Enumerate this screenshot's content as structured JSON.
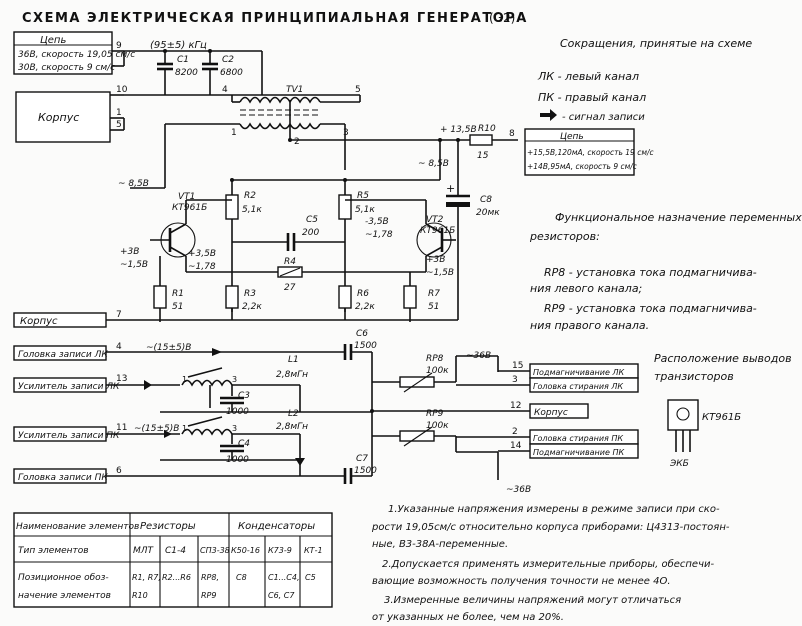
{
  "title": "СХЕМА ЭЛЕКТРИЧЕСКАЯ ПРИНЦИПИАЛЬНАЯ ГЕНЕРАТОРА",
  "model": "(G2)",
  "left_block": {
    "chain": {
      "title": "Цепь",
      "line1": "36В, скорость 19,05 см/с",
      "line2": "30В, скорость 9 см/с"
    }
  },
  "labels": {
    "housing": "Корпус",
    "frequency": "(95±5) кГц",
    "v135": "+ 13,5В",
    "v85": "~ 8,5В",
    "v3": "+3В",
    "v15": "~1,5В",
    "v35": "+3,5В",
    "v178": "~1,78",
    "vm35": "-3,5В",
    "v38": "+3В",
    "v155": "~(15±5)В",
    "v36": "~36В",
    "plus": "+"
  },
  "pins": {
    "p1": "1",
    "p2": "2",
    "p3": "3",
    "p4": "4",
    "p5": "5",
    "p6": "6",
    "p7": "7",
    "p8": "8",
    "p9": "9",
    "p10": "10",
    "p11": "11",
    "p12": "12",
    "p13": "13",
    "p14": "14",
    "p15": "15",
    "t1": "1",
    "t2": "2",
    "t3": "3",
    "t4": "4",
    "t5": "5"
  },
  "components": {
    "C1": {
      "name": "С1",
      "value": "8200"
    },
    "C2": {
      "name": "С2",
      "value": "6800"
    },
    "C3": {
      "name": "С3",
      "value": "1000"
    },
    "C4": {
      "name": "С4",
      "value": "1000"
    },
    "C5": {
      "name": "С5",
      "value": "200"
    },
    "C6": {
      "name": "С6",
      "value": "1500"
    },
    "C7": {
      "name": "С7",
      "value": "1500"
    },
    "C8": {
      "name": "С8",
      "value": "20мк"
    },
    "TV1": {
      "name": "ТV1"
    },
    "VT1": {
      "name": "VT1",
      "type": "КТ961Б"
    },
    "VT2": {
      "name": "VT2",
      "type": "КТ961Б"
    },
    "R1": {
      "name": "R1",
      "value": "51"
    },
    "R2": {
      "name": "R2",
      "value": "5,1к"
    },
    "R3": {
      "name": "R3",
      "value": "2,2к"
    },
    "R4": {
      "name": "R4",
      "value": "27"
    },
    "R5": {
      "name": "R5",
      "value": "5,1к"
    },
    "R6": {
      "name": "R6",
      "value": "2,2к"
    },
    "R7": {
      "name": "R7",
      "value": "51"
    },
    "R10": {
      "name": "R10",
      "value": "15"
    },
    "RP8": {
      "name": "RP8",
      "value": "100к"
    },
    "RP9": {
      "name": "RP9",
      "value": "100к"
    },
    "L1": {
      "name": "L1",
      "value": "2,8мГн"
    },
    "L2": {
      "name": "L2",
      "value": "2,8мГн"
    }
  },
  "right_chain": {
    "title": "Цепь",
    "line1": "+15,5В,120мА, скорость 19 см/с",
    "line2": "+14В,95мА, скорость 9 см/с"
  },
  "abbreviations": {
    "heading": "Сокращения, принятые на схеме",
    "items": [
      "ЛК - левый канал",
      "ПК - правый канал",
      "- сигнал записи"
    ]
  },
  "function_notes": {
    "heading": [
      "Функциональное назначение переменных",
      "резисторов:"
    ],
    "rp8": [
      "RP8 - установка тока подмагничива-",
      "ния левого канала;"
    ],
    "rp9": [
      "RP9 - установка тока подмагничива-",
      "ния правого канала."
    ]
  },
  "pinout": {
    "heading": [
      "Расположение выводов",
      "транзисторов"
    ],
    "type": "КТ961Б",
    "pins": "ЭКБ"
  },
  "lower": {
    "record_head_lk": "Головка записи ЛК",
    "record_amp_lk": "Усилитель записи ЛК",
    "record_amp_pk": "Усилитель записи ПК",
    "record_head_pk": "Головка записи ПК",
    "bias_lk": "Подмагничивание ЛК",
    "erase_head_lk": "Головка стирания ЛК",
    "erase_head_pk": "Головка стирания ПК",
    "bias_pk": "Подмагничивание ПК"
  },
  "table": {
    "header": [
      "Наименование элементов",
      "Резисторы",
      "Конденсаторы"
    ],
    "type_row": {
      "label": "Тип элементов",
      "cells": [
        "МЛТ",
        "С1-4",
        "СП3-38",
        "К50-16",
        "К73-9",
        "КТ-1"
      ]
    },
    "pos_row": {
      "label": [
        "Позиционное обоз-",
        "начение элементов"
      ],
      "cells": [
        [
          "R1, R7,",
          "R10"
        ],
        [
          "R2...R6"
        ],
        [
          "RP8,",
          "RP9"
        ],
        [
          "С8"
        ],
        [
          "С1...С4,",
          "С6, С7"
        ],
        [
          "С5"
        ]
      ]
    }
  },
  "notes": {
    "n1": [
      "1.Указанные напряжения измерены в режиме записи при ско-",
      "рости 19,05см/с относительно корпуса приборами: Ц4313-постоян-",
      "ные, В3-38А-переменные."
    ],
    "n2": [
      "2.Допускается применять измерительные приборы, обеспечи-",
      "вающие возможность получения точности не менее 4О."
    ],
    "n3": [
      "3.Измеренные величины напряжений могут отличаться",
      "от указанных не более, чем на 20%."
    ]
  }
}
